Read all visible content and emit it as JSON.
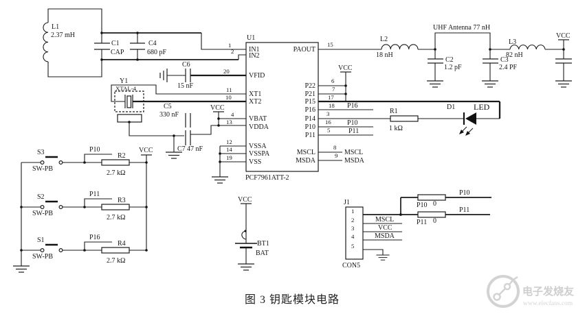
{
  "caption": "图 3  钥匙模块电路",
  "watermark": {
    "brand": "电子发烧友",
    "url": "www.elecfans.com"
  },
  "power": {
    "vcc": "VCC"
  },
  "u1": {
    "refdes": "U1",
    "part": "PCF7961ATT-2",
    "left_pins": [
      {
        "num": "1",
        "name": "IN1"
      },
      {
        "num": "2",
        "name": "IN2"
      },
      {
        "num": "20",
        "name": "VFID"
      },
      {
        "num": "11",
        "name": "XT1"
      },
      {
        "num": "10",
        "name": "XT2"
      },
      {
        "num": "4",
        "name": "VBAT"
      },
      {
        "num": "13",
        "name": "VDDA"
      },
      {
        "num": "12",
        "name": "VSSA"
      },
      {
        "num": "14",
        "name": "VSSPA"
      },
      {
        "num": "19",
        "name": "VSS"
      }
    ],
    "right_pins": [
      {
        "num": "15",
        "name": "PAOUT",
        "net": ""
      },
      {
        "num": "6",
        "name": "P22",
        "net": ""
      },
      {
        "num": "7",
        "name": "P21",
        "net": ""
      },
      {
        "num": "17",
        "name": "P15",
        "net": ""
      },
      {
        "num": "18",
        "name": "P16",
        "net": "P16"
      },
      {
        "num": "3",
        "name": "P14",
        "net": ""
      },
      {
        "num": "16",
        "name": "P10",
        "net": "P10"
      },
      {
        "num": "5",
        "name": "P11",
        "net": "P11"
      },
      {
        "num": "8",
        "name": "MSCL",
        "net": "MSCL"
      },
      {
        "num": "9",
        "name": "MSDA",
        "net": "MSDA"
      }
    ]
  },
  "components": {
    "l1": {
      "refdes": "L1",
      "value": "2.37 mH"
    },
    "c1": {
      "refdes": "C1",
      "value": "CAP"
    },
    "c4": {
      "refdes": "C4",
      "value": "680 pF"
    },
    "c6": {
      "refdes": "C6",
      "value": "15 nF"
    },
    "y1": {
      "refdes": "Y1",
      "value": "XTAL-4"
    },
    "c5": {
      "refdes": "C5",
      "value": "330 nF"
    },
    "c7": {
      "refdes": "C7",
      "value": "47 nF"
    },
    "l2": {
      "refdes": "L2",
      "value": "18 nH"
    },
    "antenna": {
      "label": "UHF Antenna 77 nH"
    },
    "c2": {
      "refdes": "C2",
      "value": "1.2 pF"
    },
    "c3": {
      "refdes": "C3",
      "value": "2.4 PF"
    },
    "l3": {
      "refdes": "L3",
      "value": "82 nH"
    },
    "r1": {
      "refdes": "R1",
      "value": "1 kΩ"
    },
    "d1": {
      "refdes": "D1",
      "value": "LED"
    },
    "bt1": {
      "refdes": "BT1",
      "value": "BAT"
    },
    "j1": {
      "refdes": "J1",
      "value": "CON5",
      "pins": [
        "1",
        "2",
        "3",
        "4",
        "5"
      ],
      "pin_nets": [
        "",
        "MSCL",
        "VCC",
        "MSDA",
        ""
      ]
    },
    "rj_p10": {
      "label": "P10",
      "value": "0",
      "net_out": "P10"
    },
    "rj_p11": {
      "label": "P11",
      "value": "0",
      "net_out": "P11"
    }
  },
  "switches": [
    {
      "refdes": "S3",
      "type": "SW-PB",
      "net": "P10",
      "r_refdes": "R2",
      "r_value": "2.7 kΩ"
    },
    {
      "refdes": "S2",
      "type": "SW-PB",
      "net": "P11",
      "r_refdes": "R3",
      "r_value": "2.7 kΩ"
    },
    {
      "refdes": "S1",
      "type": "SW-PB",
      "net": "P16",
      "r_refdes": "R4",
      "r_value": "2.7 kΩ"
    }
  ]
}
